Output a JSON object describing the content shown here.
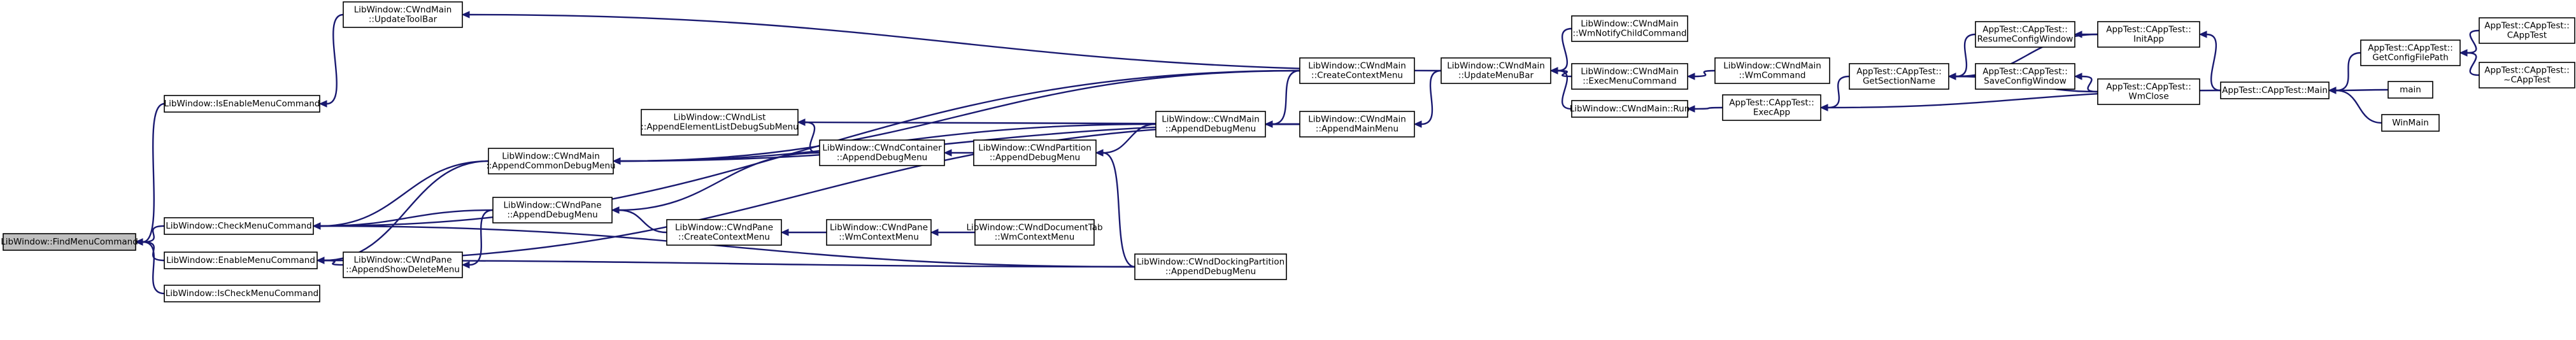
{
  "graph": {
    "direction": "right-to-left",
    "edge_color": "#191970",
    "node_border_color": "#000000",
    "root_fill": "#bfbfbf",
    "node_fill": "#ffffff",
    "nodes": [
      {
        "id": "n1",
        "lines": [
          "LibWindow::FindMenuCommand"
        ],
        "root": true
      },
      {
        "id": "n2",
        "lines": [
          "LibWindow::IsEnableMenuCommand"
        ]
      },
      {
        "id": "n3",
        "lines": [
          "LibWindow::CheckMenuCommand"
        ]
      },
      {
        "id": "n4",
        "lines": [
          "LibWindow::EnableMenuCommand"
        ]
      },
      {
        "id": "n5",
        "lines": [
          "LibWindow::IsCheckMenuCommand"
        ]
      },
      {
        "id": "n6",
        "lines": [
          "LibWindow::CWndMain",
          "::UpdateToolBar"
        ]
      },
      {
        "id": "n7",
        "lines": [
          "LibWindow::CWndMain",
          "::AppendCommonDebugMenu"
        ]
      },
      {
        "id": "n8",
        "lines": [
          "LibWindow::CWndPane",
          "::AppendShowDeleteMenu"
        ]
      },
      {
        "id": "n9",
        "lines": [
          "LibWindow::CWndPane",
          "::AppendDebugMenu"
        ]
      },
      {
        "id": "n10",
        "lines": [
          "LibWindow::CWndList",
          "::AppendElementListDebugSubMenu"
        ]
      },
      {
        "id": "n11",
        "lines": [
          "LibWindow::CWndPane",
          "::CreateContextMenu"
        ]
      },
      {
        "id": "n12",
        "lines": [
          "LibWindow::CWndContainer",
          "::AppendDebugMenu"
        ]
      },
      {
        "id": "n13",
        "lines": [
          "LibWindow::CWndPane",
          "::WmContextMenu"
        ]
      },
      {
        "id": "n14",
        "lines": [
          "LibWindow::CWndPartition",
          "::AppendDebugMenu"
        ]
      },
      {
        "id": "n15",
        "lines": [
          "LibWindow::CWndDocumentTab",
          "::WmContextMenu"
        ]
      },
      {
        "id": "n16",
        "lines": [
          "LibWindow::CWndMain",
          "::AppendDebugMenu"
        ]
      },
      {
        "id": "n17",
        "lines": [
          "LibWindow::CWndDockingPartition",
          "::AppendDebugMenu"
        ]
      },
      {
        "id": "n18",
        "lines": [
          "LibWindow::CWndMain",
          "::CreateContextMenu"
        ]
      },
      {
        "id": "n19",
        "lines": [
          "LibWindow::CWndMain",
          "::AppendMainMenu"
        ]
      },
      {
        "id": "n20",
        "lines": [
          "LibWindow::CWndMain",
          "::UpdateMenuBar"
        ]
      },
      {
        "id": "n21",
        "lines": [
          "LibWindow::CWndMain",
          "::WmNotifyChildCommand"
        ]
      },
      {
        "id": "n22",
        "lines": [
          "LibWindow::CWndMain",
          "::ExecMenuCommand"
        ]
      },
      {
        "id": "n23",
        "lines": [
          "LibWindow::CWndMain::Run"
        ]
      },
      {
        "id": "n24",
        "lines": [
          "LibWindow::CWndMain",
          "::WmCommand"
        ]
      },
      {
        "id": "n25",
        "lines": [
          "AppTest::CAppTest::",
          "ExecApp"
        ]
      },
      {
        "id": "n26",
        "lines": [
          "AppTest::CAppTest::",
          "GetSectionName"
        ]
      },
      {
        "id": "n27",
        "lines": [
          "AppTest::CAppTest::",
          "ResumeConfigWindow"
        ]
      },
      {
        "id": "n28",
        "lines": [
          "AppTest::CAppTest::",
          "SaveConfigWindow"
        ]
      },
      {
        "id": "n29",
        "lines": [
          "AppTest::CAppTest::",
          "InitApp"
        ]
      },
      {
        "id": "n30",
        "lines": [
          "AppTest::CAppTest::",
          "WmClose"
        ]
      },
      {
        "id": "n31",
        "lines": [
          "AppTest::CAppTest::Main"
        ]
      },
      {
        "id": "n32",
        "lines": [
          "AppTest::CAppTest::",
          "GetConfigFilePath"
        ]
      },
      {
        "id": "n33",
        "lines": [
          "main"
        ]
      },
      {
        "id": "n34",
        "lines": [
          "WinMain"
        ]
      },
      {
        "id": "n35",
        "lines": [
          "AppTest::CAppTest::",
          "CAppTest"
        ]
      },
      {
        "id": "n36",
        "lines": [
          "AppTest::CAppTest::",
          "~CAppTest"
        ]
      }
    ],
    "edges": [
      [
        "n2",
        "n1"
      ],
      [
        "n3",
        "n1"
      ],
      [
        "n4",
        "n1"
      ],
      [
        "n5",
        "n1"
      ],
      [
        "n6",
        "n2"
      ],
      [
        "n20",
        "n6"
      ],
      [
        "n7",
        "n3"
      ],
      [
        "n18",
        "n3"
      ],
      [
        "n9",
        "n3"
      ],
      [
        "n17",
        "n3"
      ],
      [
        "n7",
        "n4"
      ],
      [
        "n8",
        "n4"
      ],
      [
        "n19",
        "n4"
      ],
      [
        "n17",
        "n4"
      ],
      [
        "n19",
        "n7"
      ],
      [
        "n16",
        "n7"
      ],
      [
        "n18",
        "n7"
      ],
      [
        "n9",
        "n8"
      ],
      [
        "n11",
        "n9"
      ],
      [
        "n12",
        "n9"
      ],
      [
        "n12",
        "n10"
      ],
      [
        "n19",
        "n10"
      ],
      [
        "n13",
        "n11"
      ],
      [
        "n15",
        "n13"
      ],
      [
        "n14",
        "n12"
      ],
      [
        "n16",
        "n14"
      ],
      [
        "n17",
        "n14"
      ],
      [
        "n19",
        "n16"
      ],
      [
        "n18",
        "n16"
      ],
      [
        "n20",
        "n19"
      ],
      [
        "n21",
        "n20"
      ],
      [
        "n22",
        "n20"
      ],
      [
        "n23",
        "n20"
      ],
      [
        "n24",
        "n22"
      ],
      [
        "n25",
        "n23"
      ],
      [
        "n26",
        "n25"
      ],
      [
        "n31",
        "n25"
      ],
      [
        "n27",
        "n26"
      ],
      [
        "n28",
        "n26"
      ],
      [
        "n29",
        "n26"
      ],
      [
        "n30",
        "n26"
      ],
      [
        "n29",
        "n27"
      ],
      [
        "n30",
        "n28"
      ],
      [
        "n31",
        "n29"
      ],
      [
        "n32",
        "n31"
      ],
      [
        "n33",
        "n31"
      ],
      [
        "n34",
        "n31"
      ],
      [
        "n35",
        "n32"
      ],
      [
        "n36",
        "n32"
      ]
    ]
  }
}
